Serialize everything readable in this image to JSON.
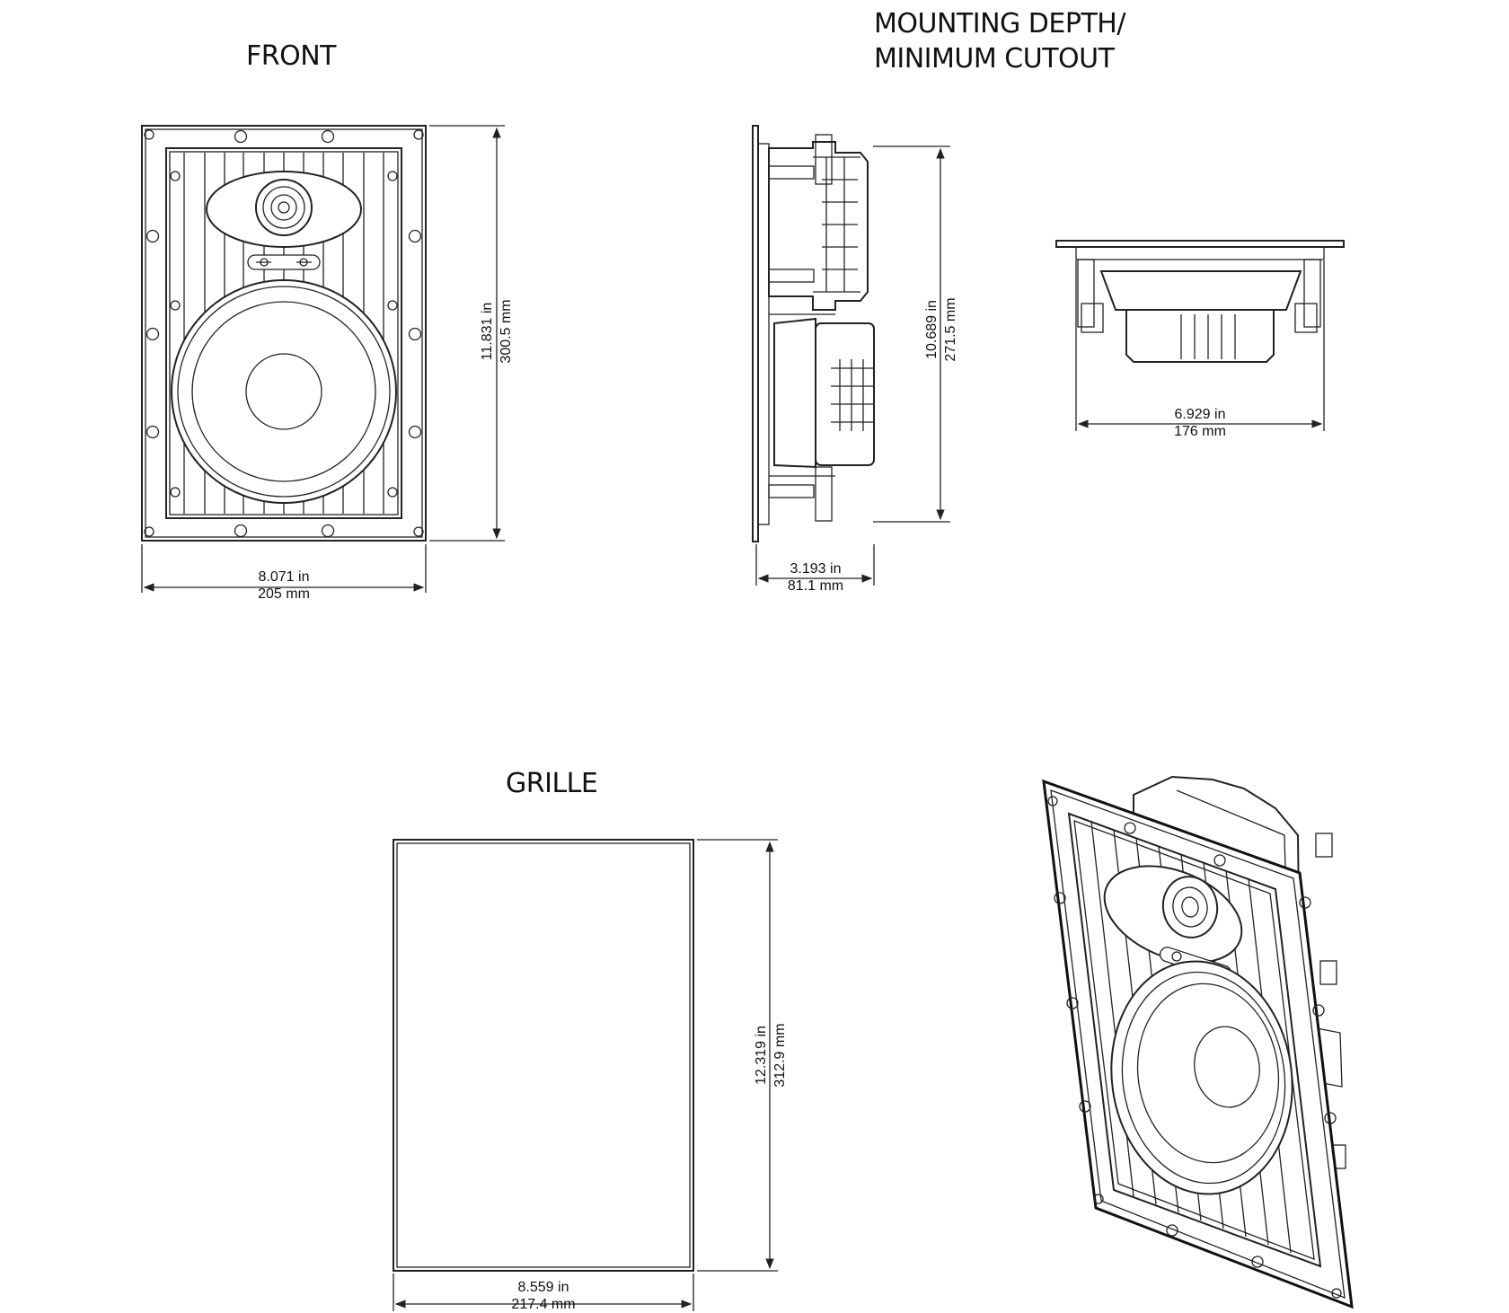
{
  "views": {
    "front": {
      "title": "FRONT"
    },
    "side": {
      "title_line1": "MOUNTING DEPTH/",
      "title_line2": "MINIMUM CUTOUT"
    },
    "grille": {
      "title": "GRILLE"
    }
  },
  "dimensions": {
    "front_width": {
      "imperial": "8.071 in",
      "metric": "205 mm"
    },
    "front_height": {
      "imperial": "11.831 in",
      "metric": "300.5 mm"
    },
    "depth": {
      "imperial": "3.193 in",
      "metric": "81.1 mm"
    },
    "cutout_height": {
      "imperial": "10.689 in",
      "metric": "271.5 mm"
    },
    "cutout_width": {
      "imperial": "6.929 in",
      "metric": "176 mm"
    },
    "grille_width": {
      "imperial": "8.559 in",
      "metric": "217.4 mm"
    },
    "grille_height": {
      "imperial": "12.319 in",
      "metric": "312.9 mm"
    }
  }
}
